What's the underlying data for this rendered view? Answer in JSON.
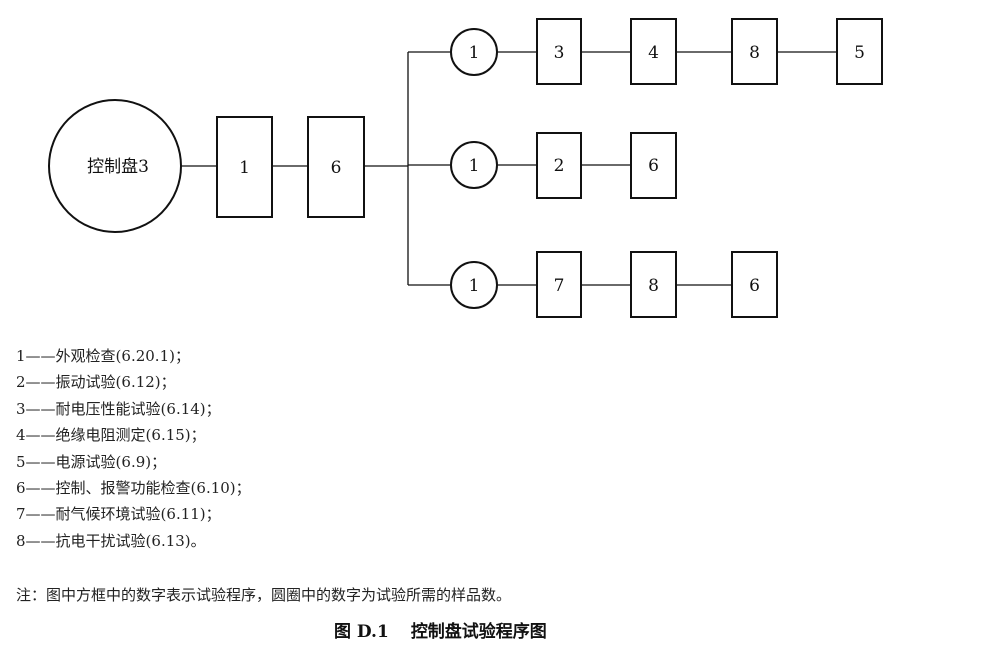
{
  "diagram": {
    "start_node": {
      "label": "控制盘3"
    },
    "trunk_boxes": [
      {
        "label": "1"
      },
      {
        "label": "6"
      }
    ],
    "branches": [
      {
        "sample_count": "1",
        "steps": [
          "3",
          "4",
          "8",
          "5"
        ]
      },
      {
        "sample_count": "1",
        "steps": [
          "2",
          "6"
        ]
      },
      {
        "sample_count": "1",
        "steps": [
          "7",
          "8",
          "6"
        ]
      }
    ]
  },
  "legend": [
    {
      "key": "1",
      "sep": "——",
      "text": "外观检查(6.20.1)；"
    },
    {
      "key": "2",
      "sep": "——",
      "text": "振动试验(6.12)；"
    },
    {
      "key": "3",
      "sep": "——",
      "text": "耐电压性能试验(6.14)；"
    },
    {
      "key": "4",
      "sep": "——",
      "text": "绝缘电阻测定(6.15)；"
    },
    {
      "key": "5",
      "sep": "——",
      "text": "电源试验(6.9)；"
    },
    {
      "key": "6",
      "sep": "——",
      "text": "控制、报警功能检查(6.10)；"
    },
    {
      "key": "7",
      "sep": "——",
      "text": "耐气候环境试验(6.11)；"
    },
    {
      "key": "8",
      "sep": "——",
      "text": "抗电干扰试验(6.13)。"
    }
  ],
  "note": "注：图中方框中的数字表示试验程序，圆圈中的数字为试验所需的样品数。",
  "caption": {
    "label": "图 D.1",
    "title": "控制盘试验程序图"
  }
}
